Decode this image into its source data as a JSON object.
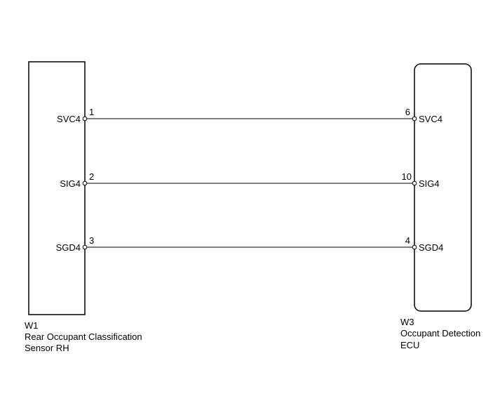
{
  "left_component": {
    "id": "W1",
    "name_line1": "Rear Occupant Classification",
    "name_line2": "Sensor RH"
  },
  "right_component": {
    "id": "W3",
    "name_line1": "Occupant Detection",
    "name_line2": "ECU"
  },
  "connections": [
    {
      "left_pin": "1",
      "left_signal": "SVC4",
      "right_pin": "6",
      "right_signal": "SVC4"
    },
    {
      "left_pin": "2",
      "left_signal": "SIG4",
      "right_pin": "10",
      "right_signal": "SIG4"
    },
    {
      "left_pin": "3",
      "left_signal": "SGD4",
      "right_pin": "4",
      "right_signal": "SGD4"
    }
  ]
}
